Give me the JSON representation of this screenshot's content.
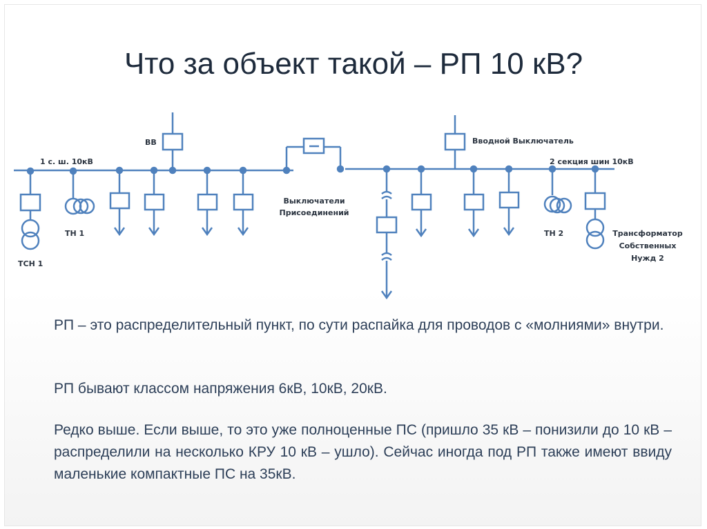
{
  "title": "Что за объект такой – РП 10 кВ?",
  "colors": {
    "line": "#4f81bd",
    "text": "#2d3f58",
    "title": "#1e2b3c"
  },
  "diagram": {
    "labels": {
      "vv": "ВВ",
      "bus1": "1 с. ш. 10кВ",
      "tn1": "ТН 1",
      "tsn1": "ТСН 1",
      "feeders_1": "Выключатели",
      "feeders_2": "Присоединений",
      "input_breaker": "Вводной Выключатель",
      "bus2": "2 секция шин 10кВ",
      "tn2": "ТН 2",
      "aux_1": "Трансформатор",
      "aux_2": "Собственных",
      "aux_3": "Нужд 2"
    }
  },
  "paragraphs": {
    "p1": "РП – это распределительный пункт, по сути распайка для проводов с «молниями» внутри.",
    "p2": "РП бывают классом напряжения 6кВ, 10кВ, 20кВ.",
    "p3": "Редко выше. Если выше, то это уже полноценные ПС (пришло 35 кВ – понизили до 10 кВ – распределили на несколько КРУ 10 кВ – ушло). Сейчас иногда под РП также имеют ввиду маленькие компактные ПС на 35кВ."
  }
}
